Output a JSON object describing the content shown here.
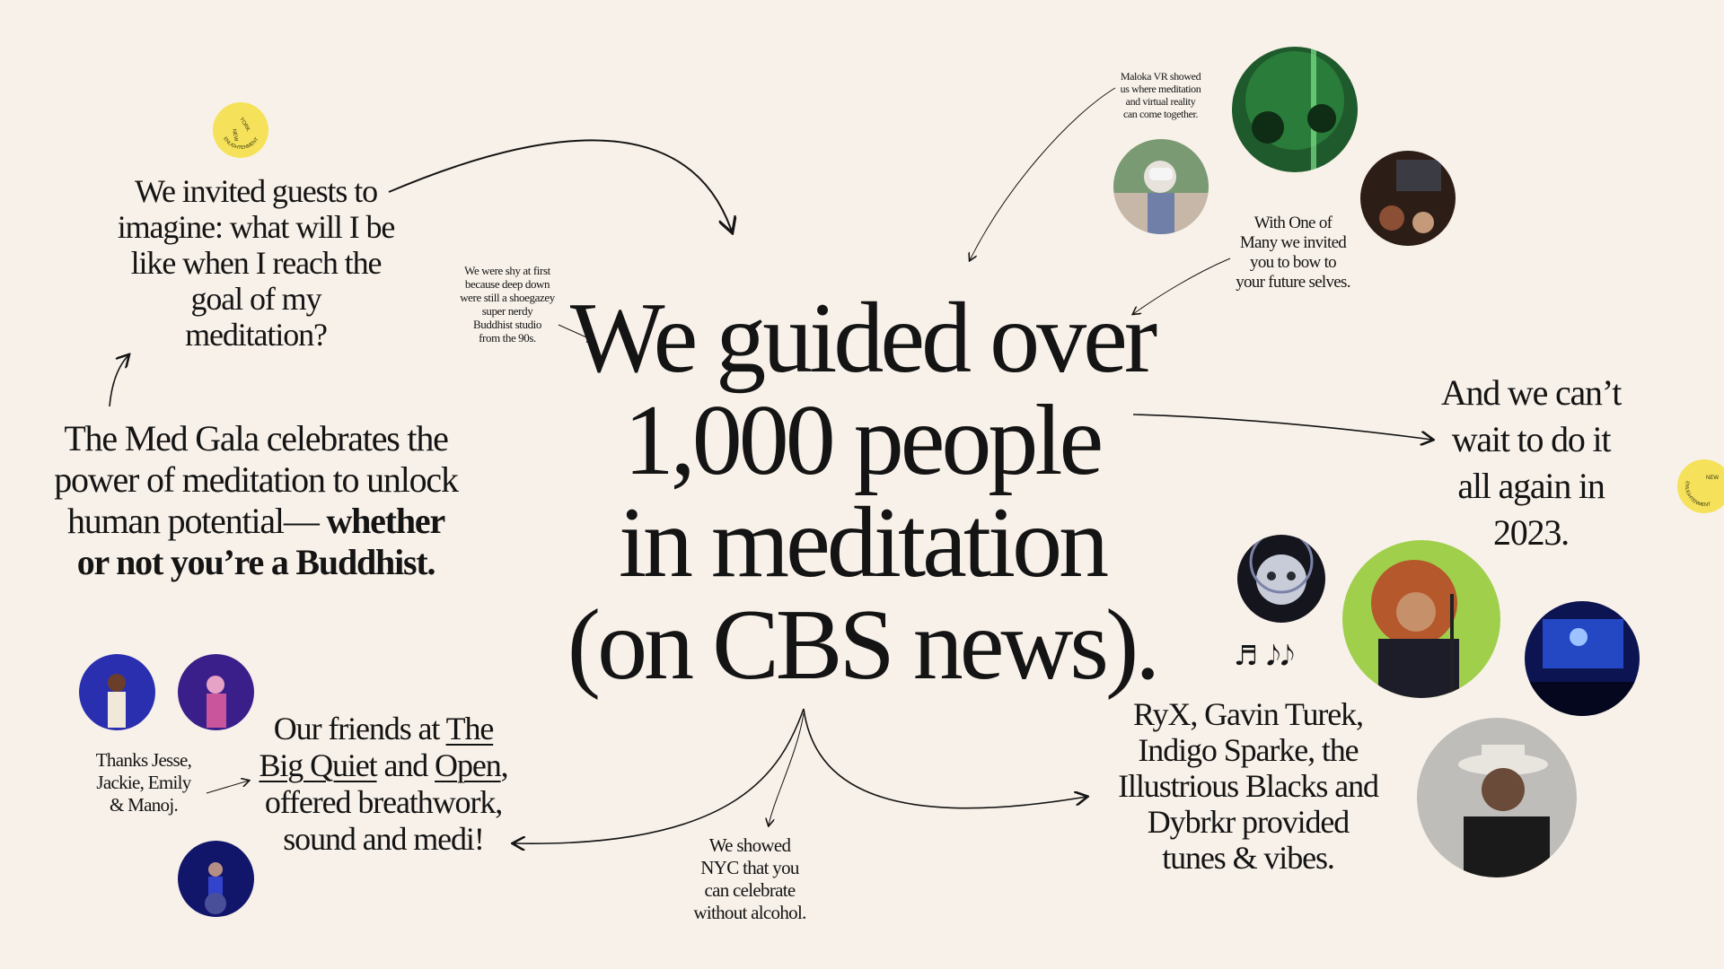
{
  "headline": {
    "line1": "We guided over",
    "line2": "1,000 people",
    "line3": "in meditation",
    "line4": "(on CBS news)."
  },
  "invited_guests": [
    "We invited guests to",
    "imagine: what will I be",
    "like when I reach the",
    "goal of my",
    "meditation?"
  ],
  "shy_note": [
    "We were shy at first",
    "because deep down",
    "were still a shoegazey",
    "super nerdy",
    "Buddhist studio",
    "from the 90s."
  ],
  "med_gala": {
    "line1": "The Med Gala celebrates the",
    "line2": "power of meditation to unlock",
    "line3_plain": "human potential— ",
    "line3_bold": "whether",
    "line4_bold": "or not you’re a Buddhist."
  },
  "maloka_note": [
    "Maloka VR showed",
    "us where meditation",
    "and virtual reality",
    "can come together."
  ],
  "one_of_many": [
    "With One of",
    "Many we invited",
    "you to bow to",
    "your future selves."
  ],
  "again_2023": [
    "And we can’t",
    "wait to do it",
    "all again in",
    "2023."
  ],
  "friends": {
    "line1_pre": "Our friends at ",
    "link_big_quiet_1": "The",
    "link_big_quiet_2": "Big Quiet",
    "mid": " and ",
    "link_open": "Open",
    "line2_post": ",",
    "line3": "offered breathwork,",
    "line4": "sound and medi!"
  },
  "thanks": [
    "Thanks Jesse,",
    "Jackie, Emily",
    "& Manoj."
  ],
  "alcohol_note": [
    "We showed",
    "NYC that you",
    "can celebrate",
    "without alcohol."
  ],
  "music": [
    "RyX, Gavin Turek,",
    "Indigo Sparke, the",
    "Illustrious Blacks and",
    "Dybrkr provided",
    "tunes & vibes."
  ],
  "music_notes_glyph": "♬ 𝅘𝅥𝅮𝅘𝅥𝅮",
  "badge": {
    "word1": "NEW",
    "word2": "YORK",
    "word3": "ENLIGHTENMENT"
  },
  "colors": {
    "background": "#f8f1e9",
    "text": "#141414",
    "badge": "#f5e25a"
  }
}
